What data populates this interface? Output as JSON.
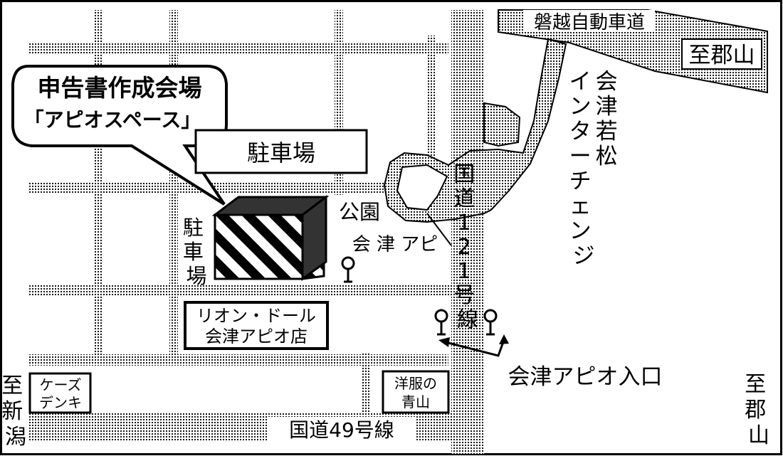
{
  "callout": {
    "line1": "申告書作成会場",
    "line2": "「アピオスペース」"
  },
  "labels": {
    "parking_top": "駐車場",
    "parking_left": "駐\n車\n場",
    "park": "公園",
    "bus_stop_apio": "会 津 アピ",
    "store_line1": "リオン・ドール",
    "store_line2": "会津アピオ店",
    "apio_entrance": "会津アピオ入口",
    "ks_denki_line1": "ケーズ",
    "ks_denki_line2": "デンキ",
    "yofuku_line1": "洋服の",
    "yofuku_line2": "青山"
  },
  "roads": {
    "expressway": "磐越自動車道",
    "route121": "国道121号線",
    "route49": "国道49号線",
    "interchange": "会津若松インターチェンジ"
  },
  "directions": {
    "to_koriyama_top": "至郡山",
    "to_koriyama_bottom": "至郡山",
    "to_niigata": "至新潟"
  },
  "colors": {
    "road_dots": "#000000",
    "building_stripes": "#000000",
    "background": "#ffffff"
  }
}
